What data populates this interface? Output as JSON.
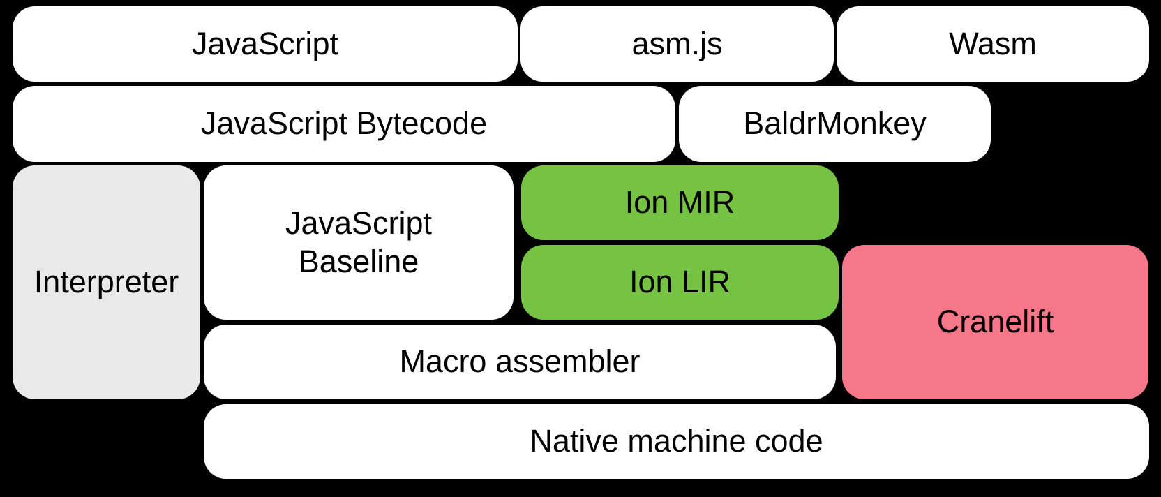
{
  "diagram": {
    "background": "#000000",
    "text_color": "#000000",
    "colors": {
      "white": "#ffffff",
      "gray": "#e9e9e9",
      "green": "#76c242",
      "pink": "#f67888"
    },
    "boxes": [
      {
        "id": "javascript",
        "label": "JavaScript",
        "fill": "white"
      },
      {
        "id": "asmjs",
        "label": "asm.js",
        "fill": "white"
      },
      {
        "id": "wasm",
        "label": "Wasm",
        "fill": "white"
      },
      {
        "id": "js-bytecode",
        "label": "JavaScript Bytecode",
        "fill": "white"
      },
      {
        "id": "baldrmonkey",
        "label": "BaldrMonkey",
        "fill": "white"
      },
      {
        "id": "interpreter",
        "label": "Interpreter",
        "fill": "gray"
      },
      {
        "id": "js-baseline",
        "label": "JavaScript\nBaseline",
        "fill": "white"
      },
      {
        "id": "ion-mir",
        "label": "Ion MIR",
        "fill": "green"
      },
      {
        "id": "ion-lir",
        "label": "Ion LIR",
        "fill": "green"
      },
      {
        "id": "cranelift",
        "label": "Cranelift",
        "fill": "pink"
      },
      {
        "id": "macro-assembler",
        "label": "Macro assembler",
        "fill": "white"
      },
      {
        "id": "native-machine-code",
        "label": "Native machine code",
        "fill": "white"
      }
    ]
  }
}
